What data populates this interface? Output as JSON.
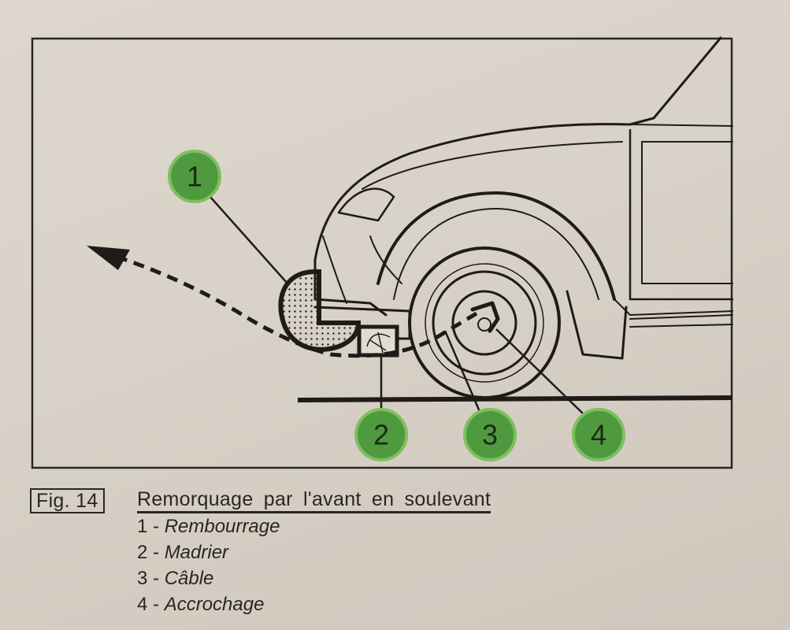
{
  "figure": {
    "number_label": "Fig. 14",
    "title": "Remorquage par l'avant en soulevant",
    "callout_color": "#3f8a3a",
    "legend": [
      {
        "num": "1",
        "sep": " - ",
        "label": "Rembourrage"
      },
      {
        "num": "2",
        "sep": " - ",
        "label": "Madrier"
      },
      {
        "num": "3",
        "sep": " - ",
        "label": "Câble"
      },
      {
        "num": "4",
        "sep": " - ",
        "label": "Accrochage"
      }
    ],
    "callouts": [
      "1",
      "2",
      "3",
      "4"
    ]
  }
}
